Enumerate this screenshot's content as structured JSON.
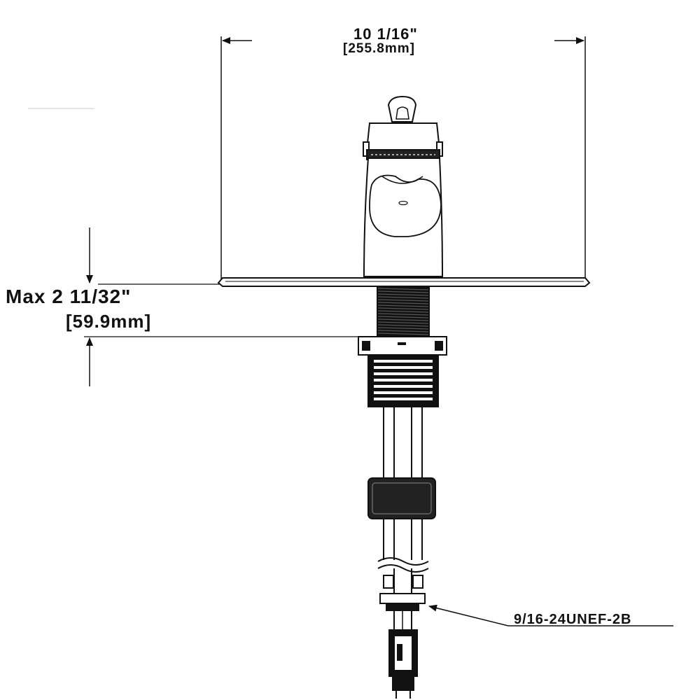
{
  "dimensions": {
    "width_imperial": "10 1/16\"",
    "width_metric": "[255.8mm]",
    "height_imperial": "Max 2 11/32\"",
    "height_metric": "[59.9mm]"
  },
  "callouts": {
    "thread_spec": "9/16-24UNEF-2B"
  },
  "colors": {
    "line": "#111111",
    "background": "#ffffff"
  }
}
